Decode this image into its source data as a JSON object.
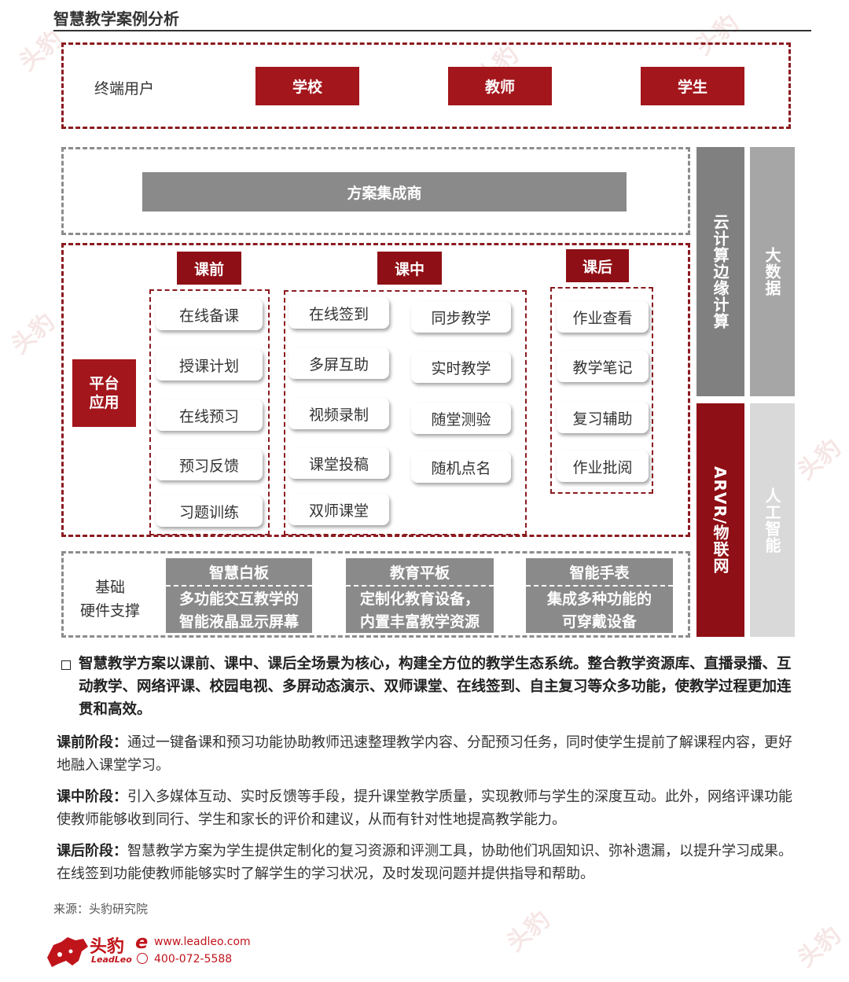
{
  "page_title": "智慧教学案例分析",
  "end_users": {
    "label": "终端用户",
    "items": [
      "学校",
      "教师",
      "学生"
    ]
  },
  "integrator": "方案集成商",
  "platform": {
    "label": "平台应用",
    "label_lines": [
      "平台",
      "应用"
    ],
    "before": {
      "title": "课前",
      "items": [
        "在线备课",
        "授课计划",
        "在线预习",
        "预习反馈",
        "习题训练"
      ]
    },
    "during": {
      "title": "课中",
      "left": [
        "在线签到",
        "多屏互助",
        "视频录制",
        "课堂投稿",
        "双师课堂"
      ],
      "right": [
        "同步教学",
        "实时教学",
        "随堂测验",
        "随机点名"
      ]
    },
    "after": {
      "title": "课后",
      "items": [
        "作业查看",
        "教学笔记",
        "复习辅助",
        "作业批阅"
      ]
    }
  },
  "hardware": {
    "label_lines": [
      "基础",
      "硬件支撑"
    ],
    "items": [
      {
        "title": "智慧白板",
        "lines": [
          "多功能交互教学的",
          "智能液晶显示屏幕"
        ]
      },
      {
        "title": "教育平板",
        "lines": [
          "定制化教育设备，",
          "内置丰富教学资源"
        ]
      },
      {
        "title": "智能手表",
        "lines": [
          "集成多种功能的",
          "可穿戴设备"
        ]
      }
    ]
  },
  "side": {
    "cloud": "云计算边缘计算",
    "bigdata": "大数据",
    "arvr": "ARVR/物联网",
    "ai": "人工智能"
  },
  "bullet": "智慧教学方案以课前、课中、课后全场景为核心，构建全方位的教学生态系统。整合教学资源库、直播录播、互动教学、网络评课、校园电视、多屏动态演示、双师课堂、在线签到、自主复习等众多功能，使教学过程更加连贯和高效。",
  "stages": [
    {
      "label": "课前阶段：",
      "text": "通过一键备课和预习功能协助教师迅速整理教学内容、分配预习任务，同时使学生提前了解课程内容，更好地融入课堂学习。"
    },
    {
      "label": "课中阶段：",
      "text": "引入多媒体互动、实时反馈等手段，提升课堂教学质量，实现教师与学生的深度互动。此外，网络评课功能使教师能够收到同行、学生和家长的评价和建议，从而有针对性地提高教学能力。"
    },
    {
      "label": "课后阶段：",
      "text": "智慧教学方案为学生提供定制化的复习资源和评测工具，协助他们巩固知识、弥补遗漏，以提升学习成果。在线签到功能使教师能够实时了解学生的学习状况，及时发现问题并提供指导和帮助。"
    }
  ],
  "source": "来源：头豹研究院",
  "footer": {
    "brand": "头豹",
    "brand_sub": "LeadLeo",
    "url": "www.leadleo.com",
    "phone": "400-072-5588"
  }
}
